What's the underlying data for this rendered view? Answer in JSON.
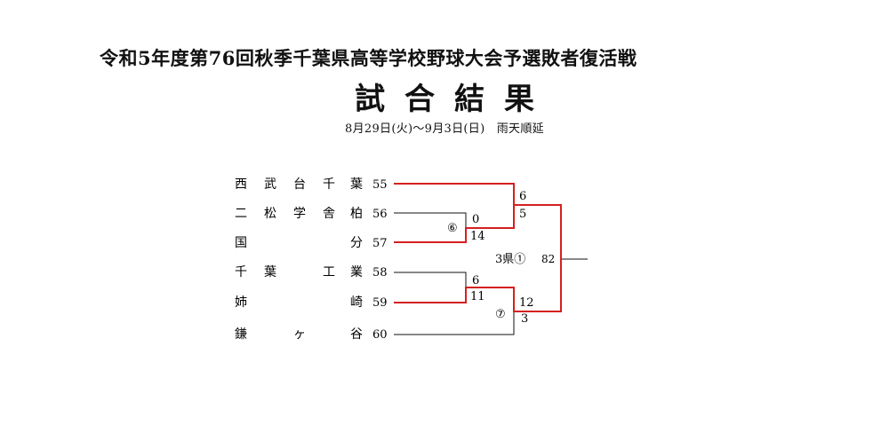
{
  "header": {
    "title": "令和5年度第76回秋季千葉県高等学校野球大会予選敗者復活戦",
    "subtitle": "試合結果",
    "period": "8月29日(火)〜9月3日(日)　雨天順延"
  },
  "teams": [
    {
      "chars": [
        "西",
        "武",
        "台",
        "千",
        "葉"
      ],
      "seed": "55"
    },
    {
      "chars": [
        "二",
        "松",
        "学",
        "舎",
        "柏"
      ],
      "seed": "56"
    },
    {
      "chars": [
        "国",
        "",
        "",
        "",
        "分"
      ],
      "seed": "57"
    },
    {
      "chars": [
        "千",
        "葉",
        "",
        "工",
        "業"
      ],
      "seed": "58"
    },
    {
      "chars": [
        "姉",
        "",
        "",
        "",
        "崎"
      ],
      "seed": "59"
    },
    {
      "chars": [
        "鎌",
        "",
        "ヶ",
        "",
        "谷"
      ],
      "seed": "60"
    }
  ],
  "matches": {
    "m6": {
      "label": "⑥",
      "top": "0",
      "bottom": "14"
    },
    "m7": {
      "label": "⑦",
      "top": "6",
      "bottom": "11"
    },
    "semi1": {
      "top": "6",
      "bottom": "5"
    },
    "semi2": {
      "top": "12",
      "bottom": "3"
    },
    "final": {
      "label": "3県①",
      "number": "82"
    }
  },
  "colors": {
    "winner_line": "#d42020",
    "loser_line": "#111111"
  }
}
